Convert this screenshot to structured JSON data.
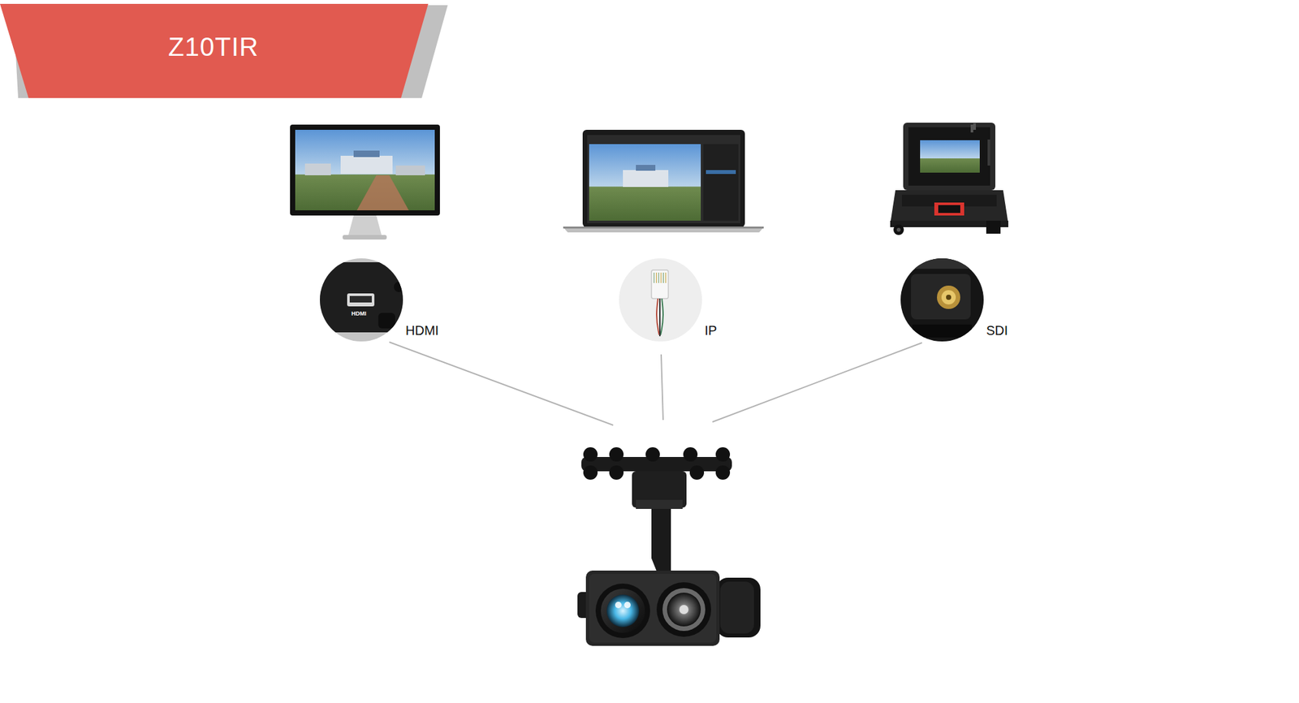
{
  "diagram": {
    "title": "Z10TIR",
    "nodes": [
      {
        "text": [
          "HDMI"
        ]
      },
      {
        "text": [
          "IP"
        ]
      },
      {
        "text": [
          "SDI"
        ]
      }
    ],
    "labels": [
      "HDMI"
    ]
  }
}
